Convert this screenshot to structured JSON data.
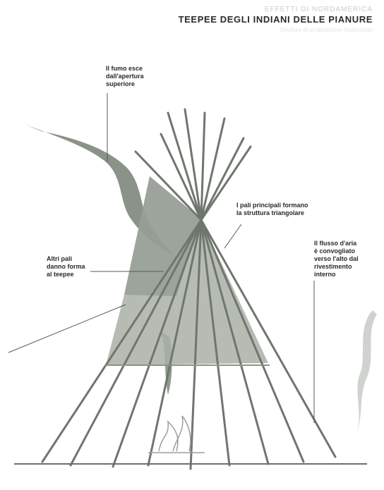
{
  "header": {
    "kicker": "EFFETTI DI NORDAMERICA",
    "title": "TEEPEE DEGLI INDIANI DELLE PIANURE",
    "subline": "Struttura di un'abitazione tradizionale"
  },
  "labels": {
    "smoke": "Il fumo esce\ndall'apertura\nsuperiore",
    "main_poles": "I pali principali formano\nla struttura triangolare",
    "other_poles": "Altri pali\ndanno forma\nal teepee",
    "air_flow": "Il flusso d'aria\nè convogliato\nverso l'alto dal\nrivestimento\ninterno"
  },
  "colors": {
    "cover": "#a9b0a7",
    "cover_dark": "#8c948a",
    "smoke": "#7e877c",
    "poles": "#6f776d",
    "lines": "#555b54",
    "ground": "#6c706a"
  }
}
